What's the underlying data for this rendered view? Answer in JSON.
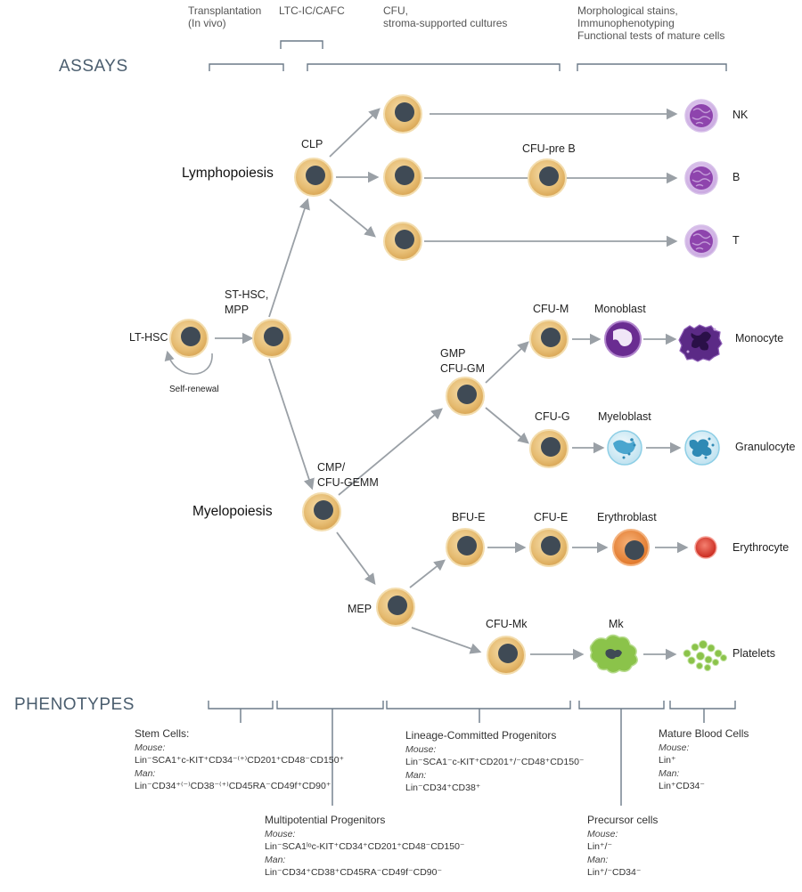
{
  "sections": {
    "assays": "ASSAYS",
    "phenotypes": "PHENOTYPES"
  },
  "assay_labels": [
    {
      "line1": "Transplantation",
      "line2": "(In vivo)"
    },
    {
      "line1": "LTC-IC/CAFC"
    },
    {
      "line1": "CFU,",
      "line2": "stroma-supported cultures"
    },
    {
      "line1": "Morphological stains,",
      "line2": "Immunophenotyping",
      "line3": "Functional tests of mature cells"
    }
  ],
  "lineages": {
    "lymphopoiesis": "Lymphopoiesis",
    "myelopoiesis": "Myelopoiesis"
  },
  "cells": {
    "lt_hsc": "LT-HSC",
    "self_renewal": "Self-renewal",
    "st_hsc_1": "ST-HSC,",
    "st_hsc_2": "MPP",
    "clp": "CLP",
    "cfu_pre_b": "CFU-pre B",
    "nk": "NK",
    "b": "B",
    "t": "T",
    "cmp_1": "CMP/",
    "cmp_2": "CFU-GEMM",
    "gmp_1": "GMP",
    "gmp_2": "CFU-GM",
    "cfu_m": "CFU-M",
    "monoblast": "Monoblast",
    "monocyte": "Monocyte",
    "cfu_g": "CFU-G",
    "myeloblast": "Myeloblast",
    "granulocyte": "Granulocyte",
    "mep": "MEP",
    "bfu_e": "BFU-E",
    "cfu_e": "CFU-E",
    "erythroblast": "Erythroblast",
    "erythrocyte": "Erythrocyte",
    "cfu_mk": "CFU-Mk",
    "mk": "Mk",
    "platelets": "Platelets"
  },
  "phenotypes": {
    "stem": {
      "title": "Stem Cells:",
      "mouse": "Mouse:",
      "mouse_val": "Lin⁻SCA1⁺c-KIT⁺CD34⁻⁽⁺⁾CD201⁺CD48⁻CD150⁺",
      "man": "Man:",
      "man_val": "Lin⁻CD34⁺⁽⁻⁾CD38⁻⁽⁺⁾CD45RA⁻CD49f⁺CD90⁺"
    },
    "multi": {
      "title": "Multipotential Progenitors",
      "mouse": "Mouse:",
      "mouse_val": "Lin⁻SCA1ˡᵒc-KIT⁺CD34⁺CD201⁺CD48⁻CD150⁻",
      "man": "Man:",
      "man_val": "Lin⁻CD34⁺CD38⁺CD45RA⁻CD49f⁻CD90⁻"
    },
    "lineage": {
      "title": "Lineage-Committed Progenitors",
      "mouse": "Mouse:",
      "mouse_val": "Lin⁻SCA1⁻c-KIT⁺CD201⁺/⁻CD48⁺CD150⁻",
      "man": "Man:",
      "man_val": "Lin⁻CD34⁺CD38⁺"
    },
    "precursor": {
      "title": "Precursor cells",
      "mouse": "Mouse:",
      "mouse_val": "Lin⁺/⁻",
      "man": "Man:",
      "man_val": "Lin⁺/⁻CD34⁻"
    },
    "mature": {
      "title": "Mature Blood Cells",
      "mouse": "Mouse:",
      "mouse_val": "Lin⁺",
      "man": "Man:",
      "man_val": "Lin⁺CD34⁻"
    }
  },
  "colors": {
    "progenitor_fill": "#e7c07a",
    "progenitor_ring": "#f5e2b7",
    "nucleus": "#3f4a55",
    "arrow": "#9aa0a6",
    "lymphocyte": "#9b59b6",
    "myeloid": "#6fb8d8",
    "erythroblast": "#e8833a",
    "erythrocyte": "#d73a2e",
    "megakaryocyte": "#8bc34a",
    "section_text": "#4a5d6e"
  }
}
